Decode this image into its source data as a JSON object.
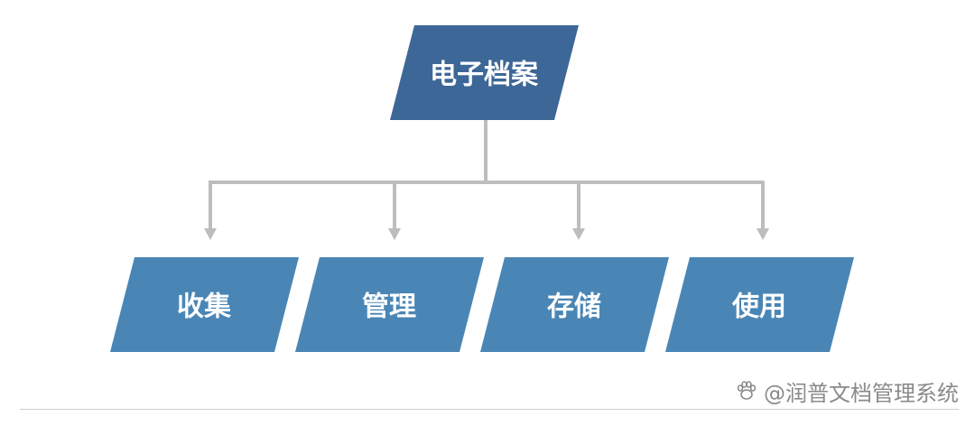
{
  "diagram": {
    "root": {
      "label": "电子档案"
    },
    "children": [
      {
        "label": "收集"
      },
      {
        "label": "管理"
      },
      {
        "label": "存储"
      },
      {
        "label": "使用"
      }
    ]
  },
  "colors": {
    "root_fill": "#3d6797",
    "child_fill": "#4a86b5",
    "connector": "#bdbdbd",
    "text": "#ffffff"
  },
  "watermark": {
    "icon": "paw-icon",
    "text": "@润普文档管理系统"
  }
}
